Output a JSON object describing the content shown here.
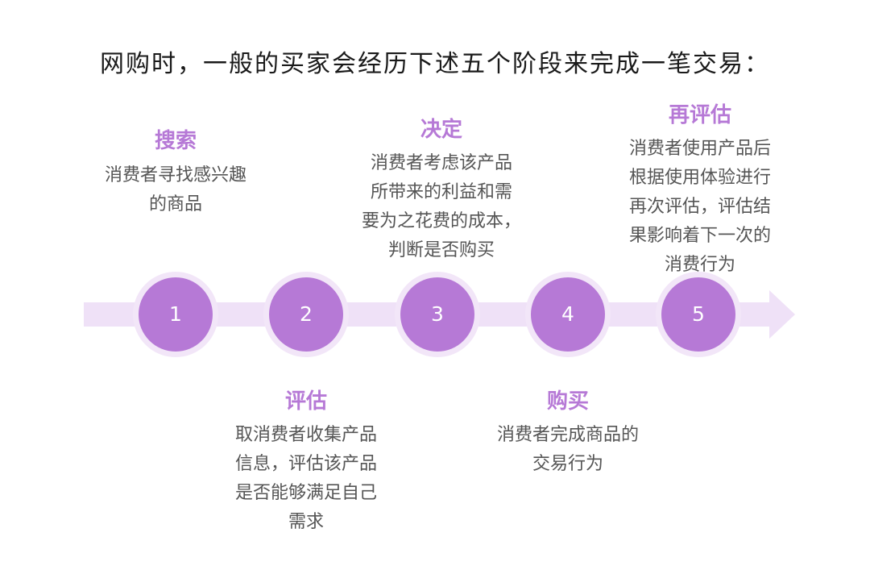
{
  "title": "网购时，一般的买家会经历下述五个阶段来完成一笔交易：",
  "colors": {
    "accent": "#b679d6",
    "arrow": "#efe1f7",
    "ring": "#f2e6f8",
    "title_text": "#1a1a1a",
    "desc_text": "#555555"
  },
  "stages": [
    {
      "number": "1",
      "title": "搜索",
      "description": "消费者寻找感兴趣\n的商品",
      "position": "above"
    },
    {
      "number": "2",
      "title": "评估",
      "description": "取消费者收集产品\n信息，评估该产品\n是否能够满足自己\n需求",
      "position": "below"
    },
    {
      "number": "3",
      "title": "决定",
      "description": "消费者考虑该产品\n所带来的利益和需\n要为之花费的成本，\n判断是否购买",
      "position": "above"
    },
    {
      "number": "4",
      "title": "购买",
      "description": "消费者完成商品的\n交易行为",
      "position": "below"
    },
    {
      "number": "5",
      "title": "再评估",
      "description": "消费者使用产品后\n根据使用体验进行\n再次评估，评估结\n果影响着下一次的\n消费行为",
      "position": "above"
    }
  ]
}
